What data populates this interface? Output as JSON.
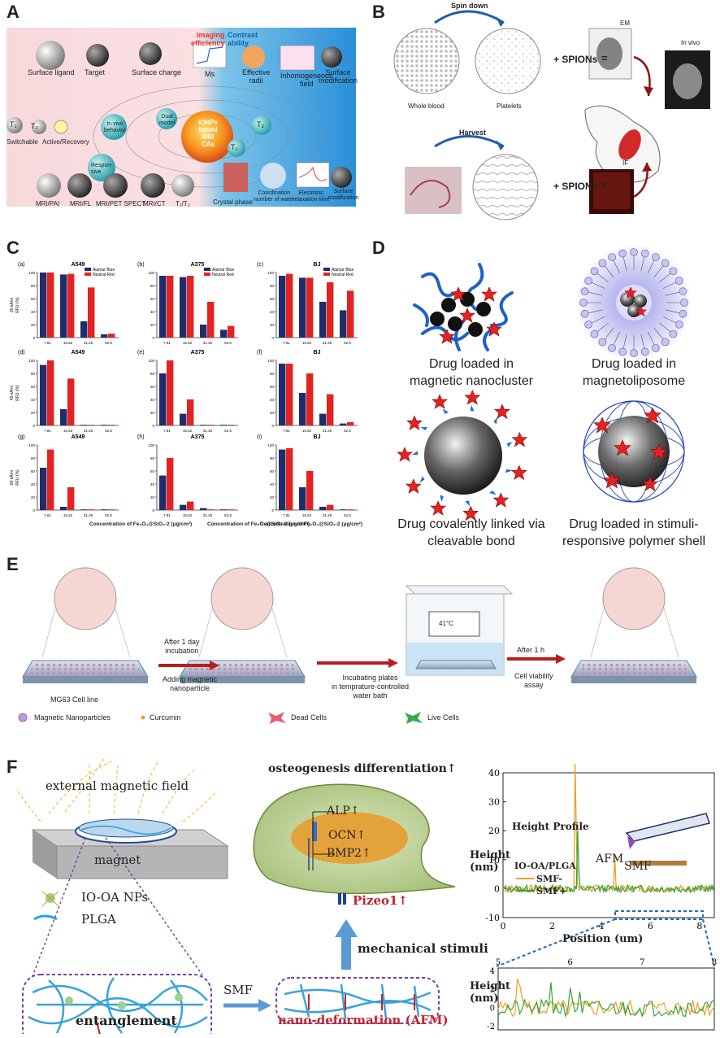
{
  "panels": {
    "a": "A",
    "b": "B",
    "c": "C",
    "d": "D",
    "e": "E",
    "f": "F"
  },
  "panel_a": {
    "imaging_efficiency": "Imaging\nefficiency",
    "contrast_ability": "Contrast\nability",
    "surface_ligand": "Surface ligand",
    "target": "Target",
    "surface_charge": "Surface charge",
    "ms": "Ms",
    "effective_radii": "Effective\nradii",
    "inhomogeneous_field": "Inhomogeneous\nfield",
    "surface_modification": "Surface\nmodification",
    "in_vivo_behavior": "In vivo\nbehavior",
    "dual_model": "Dual\nmodel",
    "center": "IONPs\nbased\nMRI\nCAs",
    "t1": "T₁",
    "t2": "T₂",
    "t1_small": "T₁",
    "t2_small": "T₂",
    "switchable": "Switchable",
    "active_recovery": "Active/Recovery",
    "responsive": "Respon-\nsive",
    "mri_pai": "MRI/PAI",
    "mri_fl": "MRI/FL",
    "mri_pet": "MRI/PET SPECT",
    "mri_ct": "MRI/CT",
    "t1t2": "T₁/T₂",
    "crystal_phase": "Crystal phase",
    "coordination": "Coordination\nnumber of water",
    "electronic": "Electronic\nrelaxation time",
    "surface_mod2": "Surface\nmodification"
  },
  "panel_b": {
    "spin_down": "Spin down",
    "whole_blood": "Whole blood",
    "platelets": "Platelets",
    "spions1": "+ SPIONs",
    "eq1": "=",
    "em": "EM",
    "in_vivo": "In vivo",
    "harvest": "Harvest",
    "spions2": "+ SPIONs",
    "eq2": "=",
    "if": "IF"
  },
  "panel_c": {
    "legend": [
      "Alamar Blue",
      "Neutral Red"
    ],
    "colors": {
      "alamar": "#1f2d6b",
      "neutral": "#e32222"
    },
    "xlabel": "Concentration of Fe₃O₄@SiO₂-2 (μg/cm²)",
    "rows": [
      "30 kA/m\nRFU (%)",
      "45 kA/m\nRFU (%)",
      "60 kA/m\nRFU (%)"
    ]
  },
  "chart_data": [
    {
      "type": "bar",
      "label": "(a)",
      "title": "A549",
      "categories": [
        "7.81",
        "15.62",
        "31.25",
        "62.5"
      ],
      "ylim": [
        0,
        100
      ],
      "series": [
        {
          "name": "Alamar Blue",
          "values": [
            100,
            97,
            25,
            5
          ]
        },
        {
          "name": "Neutral Red",
          "values": [
            100,
            98,
            77,
            6
          ]
        }
      ]
    },
    {
      "type": "bar",
      "label": "(b)",
      "title": "A375",
      "categories": [
        "7.81",
        "15.62",
        "31.25",
        "62.5"
      ],
      "ylim": [
        0,
        100
      ],
      "series": [
        {
          "name": "Alamar Blue",
          "values": [
            95,
            93,
            20,
            12
          ]
        },
        {
          "name": "Neutral Red",
          "values": [
            95,
            95,
            55,
            18
          ]
        }
      ]
    },
    {
      "type": "bar",
      "label": "(c)",
      "title": "BJ",
      "categories": [
        "7.81",
        "15.62",
        "31.25",
        "62.5"
      ],
      "ylim": [
        0,
        100
      ],
      "series": [
        {
          "name": "Alamar Blue",
          "values": [
            95,
            92,
            55,
            42
          ]
        },
        {
          "name": "Neutral Red",
          "values": [
            98,
            92,
            85,
            72
          ]
        }
      ]
    },
    {
      "type": "bar",
      "label": "(d)",
      "title": "A549",
      "categories": [
        "7.81",
        "15.62",
        "31.25",
        "62.5"
      ],
      "ylim": [
        0,
        100
      ],
      "series": [
        {
          "name": "Alamar Blue",
          "values": [
            93,
            25,
            1,
            1
          ]
        },
        {
          "name": "Neutral Red",
          "values": [
            100,
            72,
            1,
            1
          ]
        }
      ]
    },
    {
      "type": "bar",
      "label": "(e)",
      "title": "A375",
      "categories": [
        "7.81",
        "15.62",
        "31.25",
        "62.5"
      ],
      "ylim": [
        0,
        100
      ],
      "series": [
        {
          "name": "Alamar Blue",
          "values": [
            80,
            18,
            1,
            1
          ]
        },
        {
          "name": "Neutral Red",
          "values": [
            100,
            40,
            1,
            1
          ]
        }
      ]
    },
    {
      "type": "bar",
      "label": "(f)",
      "title": "BJ",
      "categories": [
        "7.81",
        "15.62",
        "31.25",
        "62.5"
      ],
      "ylim": [
        0,
        100
      ],
      "series": [
        {
          "name": "Alamar Blue",
          "values": [
            95,
            50,
            18,
            3
          ]
        },
        {
          "name": "Neutral Red",
          "values": [
            95,
            80,
            48,
            5
          ]
        }
      ]
    },
    {
      "type": "bar",
      "label": "(g)",
      "title": "A549",
      "categories": [
        "7.81",
        "15.62",
        "31.25",
        "62.5"
      ],
      "ylim": [
        0,
        100
      ],
      "series": [
        {
          "name": "Alamar Blue",
          "values": [
            65,
            5,
            1,
            1
          ]
        },
        {
          "name": "Neutral Red",
          "values": [
            93,
            35,
            1,
            1
          ]
        }
      ]
    },
    {
      "type": "bar",
      "label": "(h)",
      "title": "A375",
      "categories": [
        "7.81",
        "15.62",
        "31.25",
        "62.5"
      ],
      "ylim": [
        0,
        100
      ],
      "series": [
        {
          "name": "Alamar Blue",
          "values": [
            53,
            8,
            3,
            1
          ]
        },
        {
          "name": "Neutral Red",
          "values": [
            80,
            13,
            1,
            1
          ]
        }
      ]
    },
    {
      "type": "bar",
      "label": "(i)",
      "title": "BJ",
      "categories": [
        "7.81",
        "15.62",
        "31.25",
        "62.5"
      ],
      "ylim": [
        0,
        100
      ],
      "series": [
        {
          "name": "Alamar Blue",
          "values": [
            93,
            35,
            5,
            1
          ]
        },
        {
          "name": "Neutral Red",
          "values": [
            95,
            60,
            8,
            1
          ]
        }
      ]
    }
  ],
  "panel_d": {
    "cap1": "Drug loaded in\nmagnetic nanocluster",
    "cap2": "Drug loaded in\nmagnetoliposome",
    "cap3": "Drug covalently linked via\ncleavable bond",
    "cap4": "Drug loaded in stimuli-\nresponsive polymer shell"
  },
  "panel_e": {
    "cell_line": "MG63 Cell line",
    "after_1day": "After 1 day\nincubation",
    "adding": "Adding magnetic\nnanoparticle",
    "temp": "41°C",
    "incubating": "Incubating plates\nin temprature-controlled\nwater bath",
    "after_1h": "After 1 h",
    "viability": "Cell viability\nassay",
    "legend": [
      "Magnetic Nanoparticles",
      "Curcumin",
      "Dead Cells",
      "Live Cells"
    ]
  },
  "panel_f": {
    "external_field": "external magnetic field",
    "magnet": "magnet",
    "io_oa": "IO-OA NPs",
    "plga": "PLGA",
    "entanglement": "entanglement",
    "smf_arrow": "SMF",
    "nano_deformation": "nano-deformation (AFM)",
    "osteogenesis": "osteogenesis differentiation↑",
    "alp": "ALP↑",
    "ocn": "OCN↑",
    "bmp2": "BMP2↑",
    "pizeo1": "Pizeo1↑",
    "mechanical": "mechanical stimuli",
    "afm": "AFM",
    "smf": "SMF"
  },
  "height_profile": {
    "title": "Height Profile",
    "legend_title": "IO-OA/PLGA",
    "ylabel": "Height\n(nm)",
    "xlabel": "Position (um)",
    "series": [
      {
        "name": "SMF-",
        "color": "#e9a22b"
      },
      {
        "name": "SMF+",
        "color": "#3aa23a"
      }
    ],
    "top_yticks": [
      "40",
      "30",
      "20",
      "10",
      "0",
      "-10"
    ],
    "top_xticks": [
      "0",
      "2",
      "4",
      "6",
      "8"
    ],
    "bottom_yticks": [
      "4",
      "2",
      "0",
      "-2"
    ],
    "bottom_xticks": [
      "5",
      "6",
      "7",
      "8"
    ],
    "bottom_ylabel": "Height\n(nm)"
  }
}
